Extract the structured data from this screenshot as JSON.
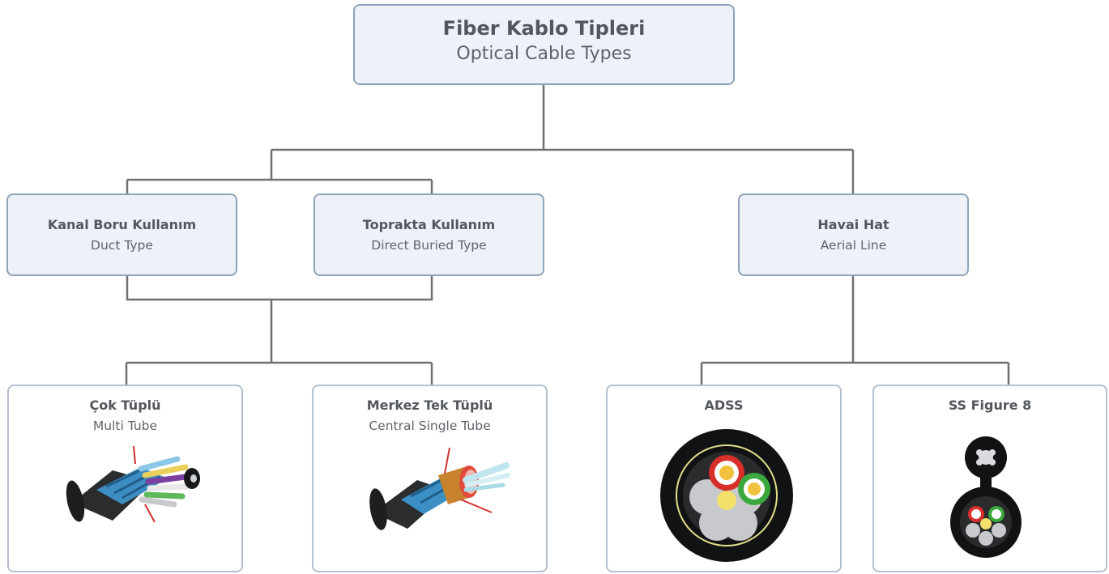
{
  "root": {
    "title": "Fiber Kablo Tipleri",
    "subtitle": "Optical Cable Types"
  },
  "mid": [
    {
      "title": "Kanal Boru Kullanım",
      "subtitle": "Duct Type"
    },
    {
      "title": "Toprakta Kullanım",
      "subtitle": "Direct Buried Type"
    },
    {
      "title": "Havai Hat",
      "subtitle": "Aerial Line"
    }
  ],
  "leaves": [
    {
      "title": "Çok Tüplü",
      "subtitle": "Multi Tube",
      "image": "multi-tube-cable-image"
    },
    {
      "title": "Merkez Tek Tüplü",
      "subtitle": "Central Single Tube",
      "image": "central-single-tube-cable-image"
    },
    {
      "title": "ADSS",
      "image": "adss-cable-cross-section-image"
    },
    {
      "title": "SS Figure 8",
      "image": "figure-8-cable-cross-section-image"
    }
  ],
  "colors": {
    "connector": "#6e7072",
    "node_border": "#8da3ba",
    "node_fill": "#eef2f8",
    "leaf_border": "#b3c0cf"
  }
}
